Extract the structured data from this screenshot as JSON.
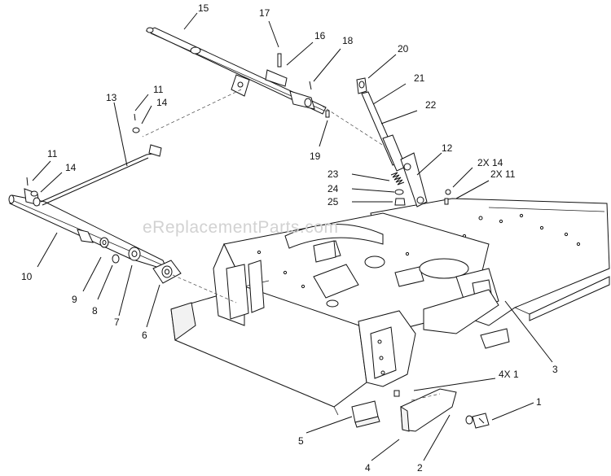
{
  "watermark": "eReplacementParts.com",
  "callouts": [
    {
      "id": "c15",
      "text": "15"
    },
    {
      "id": "c17",
      "text": "17"
    },
    {
      "id": "c16",
      "text": "16"
    },
    {
      "id": "c18",
      "text": "18"
    },
    {
      "id": "c20",
      "text": "20"
    },
    {
      "id": "c21",
      "text": "21"
    },
    {
      "id": "c22",
      "text": "22"
    },
    {
      "id": "c13",
      "text": "13"
    },
    {
      "id": "c11a",
      "text": "11"
    },
    {
      "id": "c14a",
      "text": "14"
    },
    {
      "id": "c19",
      "text": "19"
    },
    {
      "id": "c12",
      "text": "12"
    },
    {
      "id": "c2x14",
      "text": "2X 14"
    },
    {
      "id": "c2x11",
      "text": "2X 11"
    },
    {
      "id": "c23",
      "text": "23"
    },
    {
      "id": "c24",
      "text": "24"
    },
    {
      "id": "c25",
      "text": "25"
    },
    {
      "id": "c11b",
      "text": "11"
    },
    {
      "id": "c14b",
      "text": "14"
    },
    {
      "id": "c10",
      "text": "10"
    },
    {
      "id": "c9",
      "text": "9"
    },
    {
      "id": "c8",
      "text": "8"
    },
    {
      "id": "c7",
      "text": "7"
    },
    {
      "id": "c6",
      "text": "6"
    },
    {
      "id": "c3",
      "text": "3"
    },
    {
      "id": "c4x1",
      "text": "4X 1"
    },
    {
      "id": "c1",
      "text": "1"
    },
    {
      "id": "c5",
      "text": "5"
    },
    {
      "id": "c4",
      "text": "4"
    },
    {
      "id": "c2",
      "text": "2"
    }
  ]
}
